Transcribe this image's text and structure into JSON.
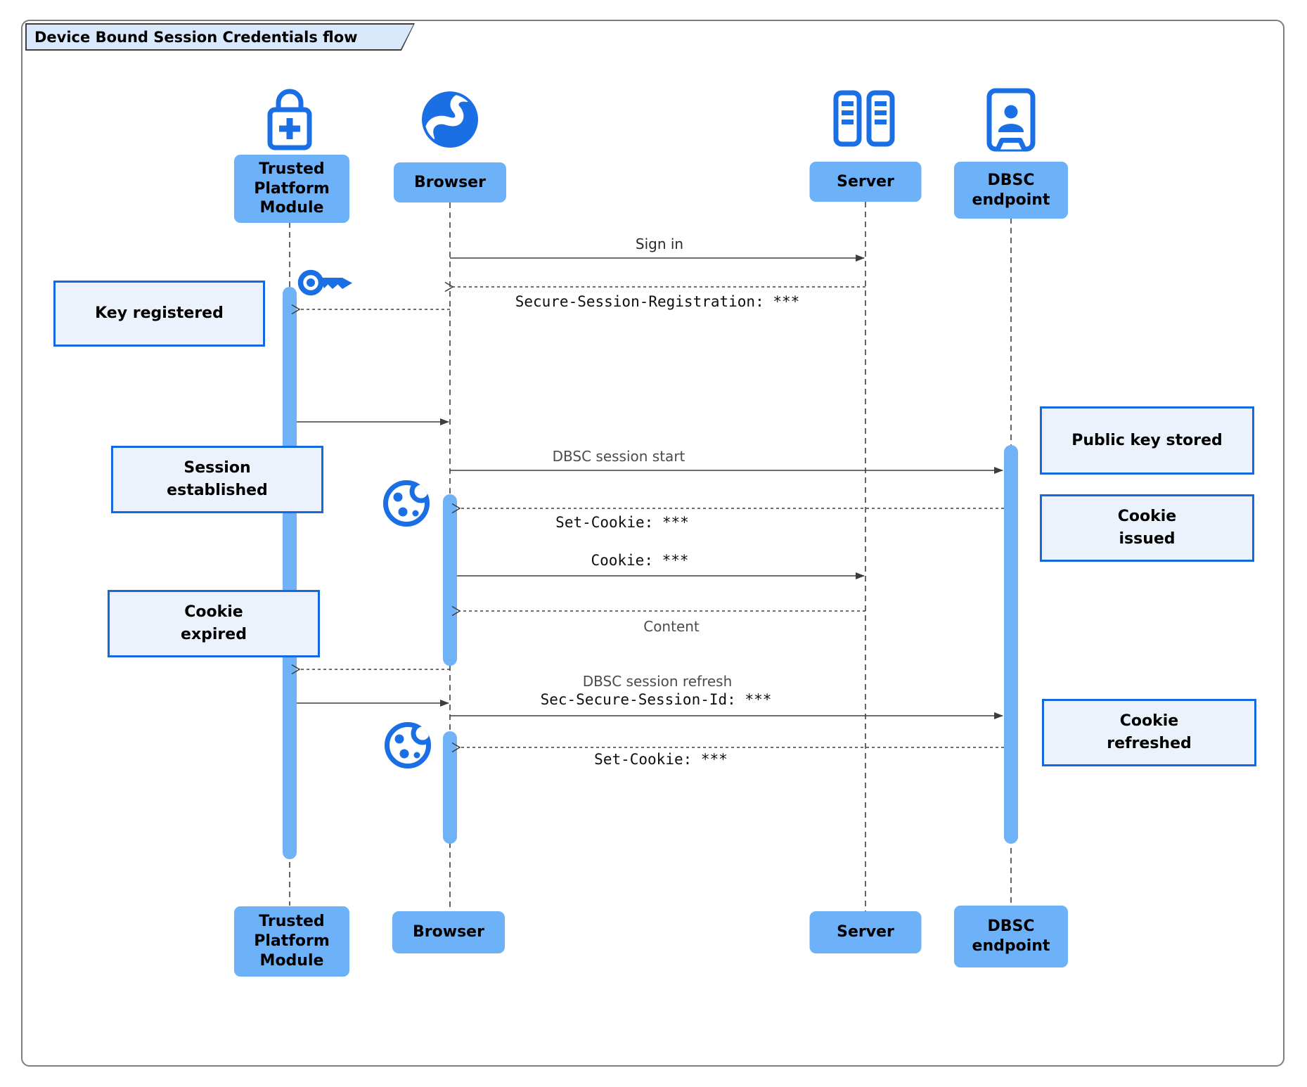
{
  "diagram": {
    "title": "Device Bound Session Credentials flow",
    "type": "sequence-diagram"
  },
  "colors": {
    "icon_blue": "#1a6fe4",
    "actor_fill": "#6db1f8",
    "activation_fill": "#6fb2f8",
    "note_fill": "#ecf2fc",
    "note_border": "#1569df",
    "title_tab_fill": "#d9e8fb",
    "line_color": "#3d3d3d"
  },
  "actors": {
    "tpm": {
      "label": "Trusted\nPlatform\nModule",
      "icon": "lock-plus-icon"
    },
    "browser": {
      "label": "Browser",
      "icon": "globe-icon"
    },
    "server": {
      "label": "Server",
      "icon": "server-rack-icon"
    },
    "dbsc": {
      "label": "DBSC\nendpoint",
      "icon": "badge-person-icon"
    }
  },
  "messages": {
    "sign_in": {
      "label": "Sign in",
      "from": "Browser",
      "to": "Server",
      "style": "solid"
    },
    "secure_session_registration": {
      "label": "Secure-Session-Registration: ***",
      "from": "Server",
      "to": "Browser",
      "style": "dashed"
    },
    "register_key": {
      "label": "",
      "from": "Browser",
      "to": "Trusted Platform Module",
      "style": "dashed"
    },
    "key_created": {
      "label": "",
      "from": "Trusted Platform Module",
      "to": "Browser",
      "style": "solid"
    },
    "dbsc_session_start": {
      "label": "DBSC session start",
      "from": "Browser",
      "to": "DBSC endpoint",
      "style": "solid"
    },
    "set_cookie_issue": {
      "label": "Set-Cookie: ***",
      "from": "DBSC endpoint",
      "to": "Browser",
      "style": "dashed"
    },
    "cookie": {
      "label": "Cookie: ***",
      "from": "Browser",
      "to": "Server",
      "style": "solid"
    },
    "content": {
      "label": "Content",
      "from": "Server",
      "to": "Browser",
      "style": "dashed"
    },
    "expired_to_tpm": {
      "label": "",
      "from": "Browser",
      "to": "Trusted Platform Module",
      "style": "dashed"
    },
    "key_sign_refresh": {
      "label": "",
      "from": "Trusted Platform Module",
      "to": "Browser",
      "style": "solid"
    },
    "dbsc_session_refresh": {
      "label": "DBSC session refresh",
      "sublabel": "Sec-Secure-Session-Id: ***",
      "from": "Browser",
      "to": "DBSC endpoint",
      "style": "solid"
    },
    "set_cookie_refresh": {
      "label": "Set-Cookie: ***",
      "from": "DBSC endpoint",
      "to": "Browser",
      "style": "dashed"
    }
  },
  "notes": {
    "key_registered": {
      "label": "Key registered"
    },
    "session_established": {
      "label": "Session\nestablished"
    },
    "cookie_expired": {
      "label": "Cookie\nexpired"
    },
    "public_key_stored": {
      "label": "Public key stored"
    },
    "cookie_issued": {
      "label": "Cookie\nissued"
    },
    "cookie_refreshed": {
      "label": "Cookie\nrefreshed"
    }
  }
}
